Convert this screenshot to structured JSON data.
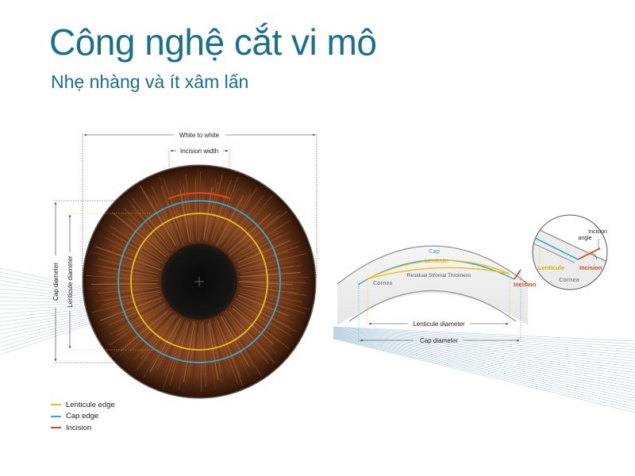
{
  "title": "Công nghệ cắt vi mô",
  "subtitle": "Nhẹ nhàng và ít xâm lấn",
  "colors": {
    "title": "#1a6e8e",
    "lenticule": "#e8c21a",
    "cap": "#3aa6d4",
    "incision": "#e0451f",
    "dim_line": "#333333"
  },
  "eye_diagram": {
    "white_to_white": "White to white",
    "incision_width": "Incision width",
    "cap_diameter": "Cap diameter",
    "lenticule_diameter": "Lenticule diameter"
  },
  "cross_section": {
    "cap": "Cap",
    "lenticule": "Lenticule",
    "residual": "Residual Stromal Thickness",
    "cornea": "Cornea",
    "incision": "Incision",
    "lenticule_diameter": "Lenticule diameter",
    "cap_diameter": "Cap diameter"
  },
  "inset": {
    "incision_angle_line1": "Incision",
    "incision_angle_line2": "angle",
    "lenticule": "Lenticule",
    "incision": "Incision",
    "cornea": "Cornea"
  },
  "legend": [
    {
      "label": "Lenticule edge",
      "color": "#e8c21a"
    },
    {
      "label": "Cap edge",
      "color": "#3aa6d4"
    },
    {
      "label": "Incision",
      "color": "#e0451f"
    }
  ]
}
